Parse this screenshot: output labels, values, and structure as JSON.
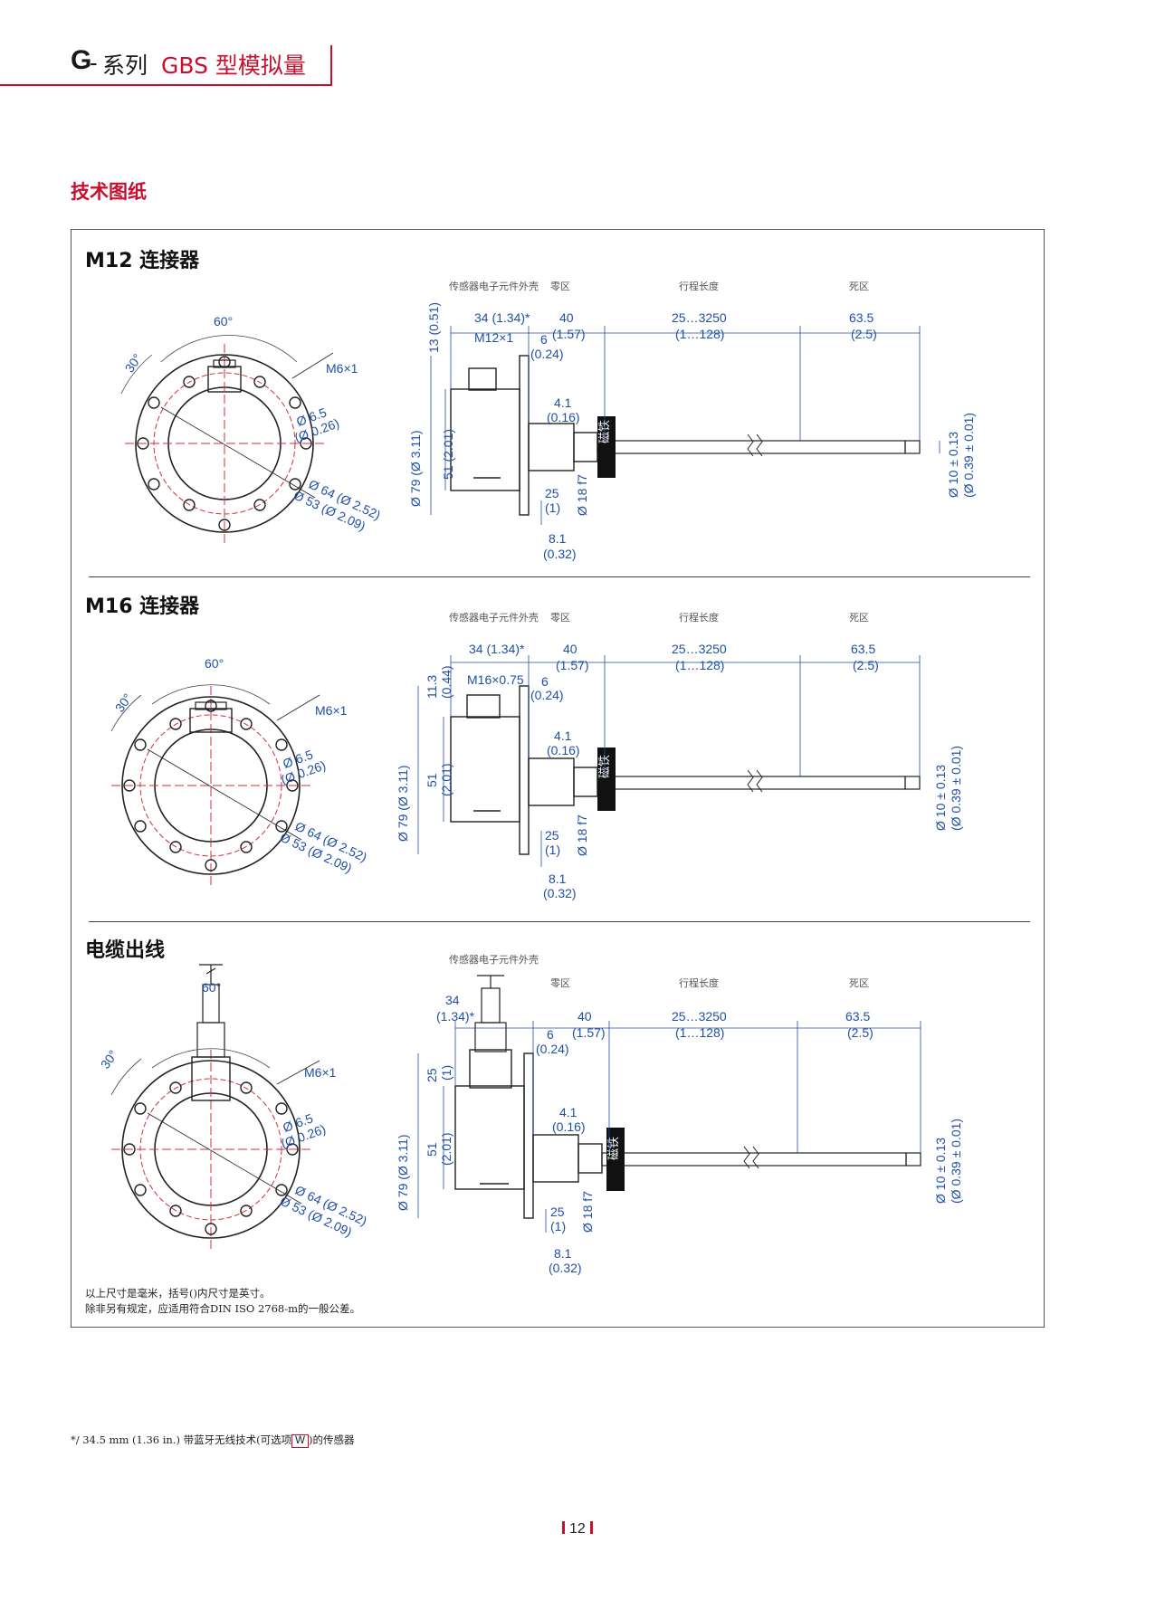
{
  "header": {
    "g": "G",
    "dash": "-",
    "series": "系列",
    "model": "GBS 型模拟量"
  },
  "section_title": "技术图纸",
  "subsections": [
    {
      "title": "M12 连接器",
      "zones": {
        "housing": "传感器电子元件外壳",
        "null_zone": "零区",
        "stroke": "行程长度",
        "dead_zone": "死区"
      },
      "angles": {
        "a60": "60°",
        "a30": "30°"
      },
      "dims": {
        "thread_m6": "M6×1",
        "hole": "Ø 6.5",
        "hole_in": "(Ø 0.26)",
        "d64": "Ø 64 (Ø 2.52)",
        "d53": "Ø 53 (Ø 2.09)",
        "top_h": "13 (0.51)",
        "housing_w": "34 (1.34)*",
        "connector": "M12×1",
        "null_len": "40",
        "null_len_in": "(1.57)",
        "flange_t": "6",
        "flange_t_in": "(0.24)",
        "stroke": "25…3250",
        "stroke_in": "(1…128)",
        "dead": "63.5",
        "dead_in": "(2.5)",
        "body_d": "Ø 79 (Ø 3.11)",
        "body_h": "51 (2.01)",
        "hex_d": "4.1",
        "hex_d_in": "(0.16)",
        "thread_len": "25",
        "thread_len_in": "(1)",
        "fit": "Ø 18 f7",
        "flange_len": "8.1",
        "flange_len_in": "(0.32)",
        "rod": "Ø 10 ± 0.13",
        "rod_in": "(Ø 0.39 ± 0.01)",
        "magnet": "磁铁"
      }
    },
    {
      "title": "M16 连接器",
      "zones": {
        "housing": "传感器电子元件外壳",
        "null_zone": "零区",
        "stroke": "行程长度",
        "dead_zone": "死区"
      },
      "angles": {
        "a60": "60°",
        "a30": "30°"
      },
      "dims": {
        "thread_m6": "M6×1",
        "hole": "Ø 6.5",
        "hole_in": "(Ø 0.26)",
        "d64": "Ø 64 (Ø 2.52)",
        "d53": "Ø 53 (Ø 2.09)",
        "top_h": "11.3",
        "top_h_in": "(0.44)",
        "housing_w": "34 (1.34)*",
        "connector": "M16×0.75",
        "null_len": "40",
        "null_len_in": "(1.57)",
        "flange_t": "6",
        "flange_t_in": "(0.24)",
        "stroke": "25…3250",
        "stroke_in": "(1…128)",
        "dead": "63.5",
        "dead_in": "(2.5)",
        "body_d": "Ø 79 (Ø 3.11)",
        "body_h": "51",
        "body_h_in": "(2.01)",
        "hex_d": "4.1",
        "hex_d_in": "(0.16)",
        "thread_len": "25",
        "thread_len_in": "(1)",
        "fit": "Ø 18 f7",
        "flange_len": "8.1",
        "flange_len_in": "(0.32)",
        "rod": "Ø 10 ± 0.13",
        "rod_in": "(Ø 0.39 ± 0.01)",
        "magnet": "磁铁"
      }
    },
    {
      "title": "电缆出线",
      "zones": {
        "housing": "传感器电子元件外壳",
        "null_zone": "零区",
        "stroke": "行程长度",
        "dead_zone": "死区"
      },
      "angles": {
        "a60": "60°",
        "a30": "30°"
      },
      "dims": {
        "thread_m6": "M6×1",
        "hole": "Ø 6.5",
        "hole_in": "(Ø 0.26)",
        "d64": "Ø 64 (Ø 2.52)",
        "d53": "Ø 53 (Ø 2.09)",
        "top_h": "25",
        "top_h_in": "(1)",
        "housing_w": "34",
        "housing_w_in": "(1.34)*",
        "null_len": "40",
        "null_len_in": "(1.57)",
        "flange_t": "6",
        "flange_t_in": "(0.24)",
        "stroke": "25…3250",
        "stroke_in": "(1…128)",
        "dead": "63.5",
        "dead_in": "(2.5)",
        "body_d": "Ø 79 (Ø 3.11)",
        "body_h": "51",
        "body_h_in": "(2.01)",
        "hex_d": "4.1",
        "hex_d_in": "(0.16)",
        "thread_len": "25",
        "thread_len_in": "(1)",
        "fit": "Ø 18 f7",
        "flange_len": "8.1",
        "flange_len_in": "(0.32)",
        "rod": "Ø 10 ± 0.13",
        "rod_in": "(Ø 0.39 ± 0.01)",
        "magnet": "磁铁"
      }
    }
  ],
  "notes": [
    "以上尺寸是毫米，括号()内尺寸是英寸。",
    "除非另有规定，应适用符合DIN ISO 2768-m的一般公差。"
  ],
  "footnote": {
    "prefix": "*/ 34.5 mm (1.36 in.) 带蓝牙无线技术(可选项",
    "option": "W",
    "suffix": ")的传感器"
  },
  "page_number": "12",
  "colors": {
    "accent": "#c8102e",
    "dimension_blue": "#1f4fa8",
    "centerline_red": "#d0303a",
    "magnet_black": "#111111"
  }
}
